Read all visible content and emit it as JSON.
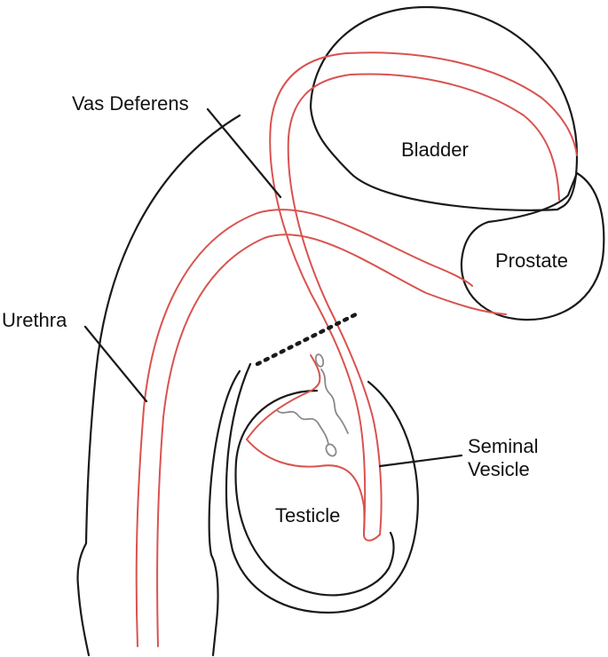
{
  "labels": {
    "vas_deferens": "Vas Deferens",
    "bladder": "Bladder",
    "prostate": "Prostate",
    "urethra": "Urethra",
    "seminal_vesicle": "Seminal\nVesicle",
    "testicle": "Testicle"
  },
  "colors": {
    "outline": "#1a1a1a",
    "duct": "#d9534f",
    "sperm": "#8a8a8a"
  }
}
